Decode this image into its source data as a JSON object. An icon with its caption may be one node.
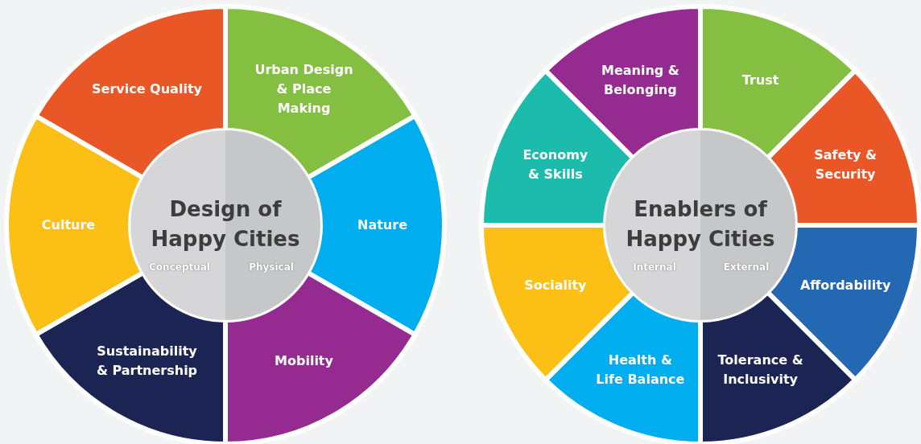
{
  "diagram": {
    "nodes": [
      {
        "text": [
          "Design of Happy Cities",
          "Conceptual",
          "Physical"
        ]
      },
      {
        "text": [
          "Urban Design & Place Making"
        ]
      },
      {
        "text": [
          "Nature"
        ]
      },
      {
        "text": [
          "Mobility"
        ]
      },
      {
        "text": [
          "Sustainability & Partnership"
        ]
      },
      {
        "text": [
          "Culture"
        ]
      },
      {
        "text": [
          "Service Quality"
        ]
      },
      {
        "text": [
          "Enablers of Happy Cities",
          "Internal",
          "External"
        ]
      },
      {
        "text": [
          "Trust"
        ]
      },
      {
        "text": [
          "Safety & Security"
        ]
      },
      {
        "text": [
          "Affordability"
        ]
      },
      {
        "text": [
          "Tolerance & Inclusivity"
        ]
      },
      {
        "text": [
          "Health & Life Balance"
        ]
      },
      {
        "text": [
          "Sociality"
        ]
      },
      {
        "text": [
          "Economy & Skills"
        ]
      },
      {
        "text": [
          "Meaning & Belonging"
        ]
      }
    ]
  }
}
